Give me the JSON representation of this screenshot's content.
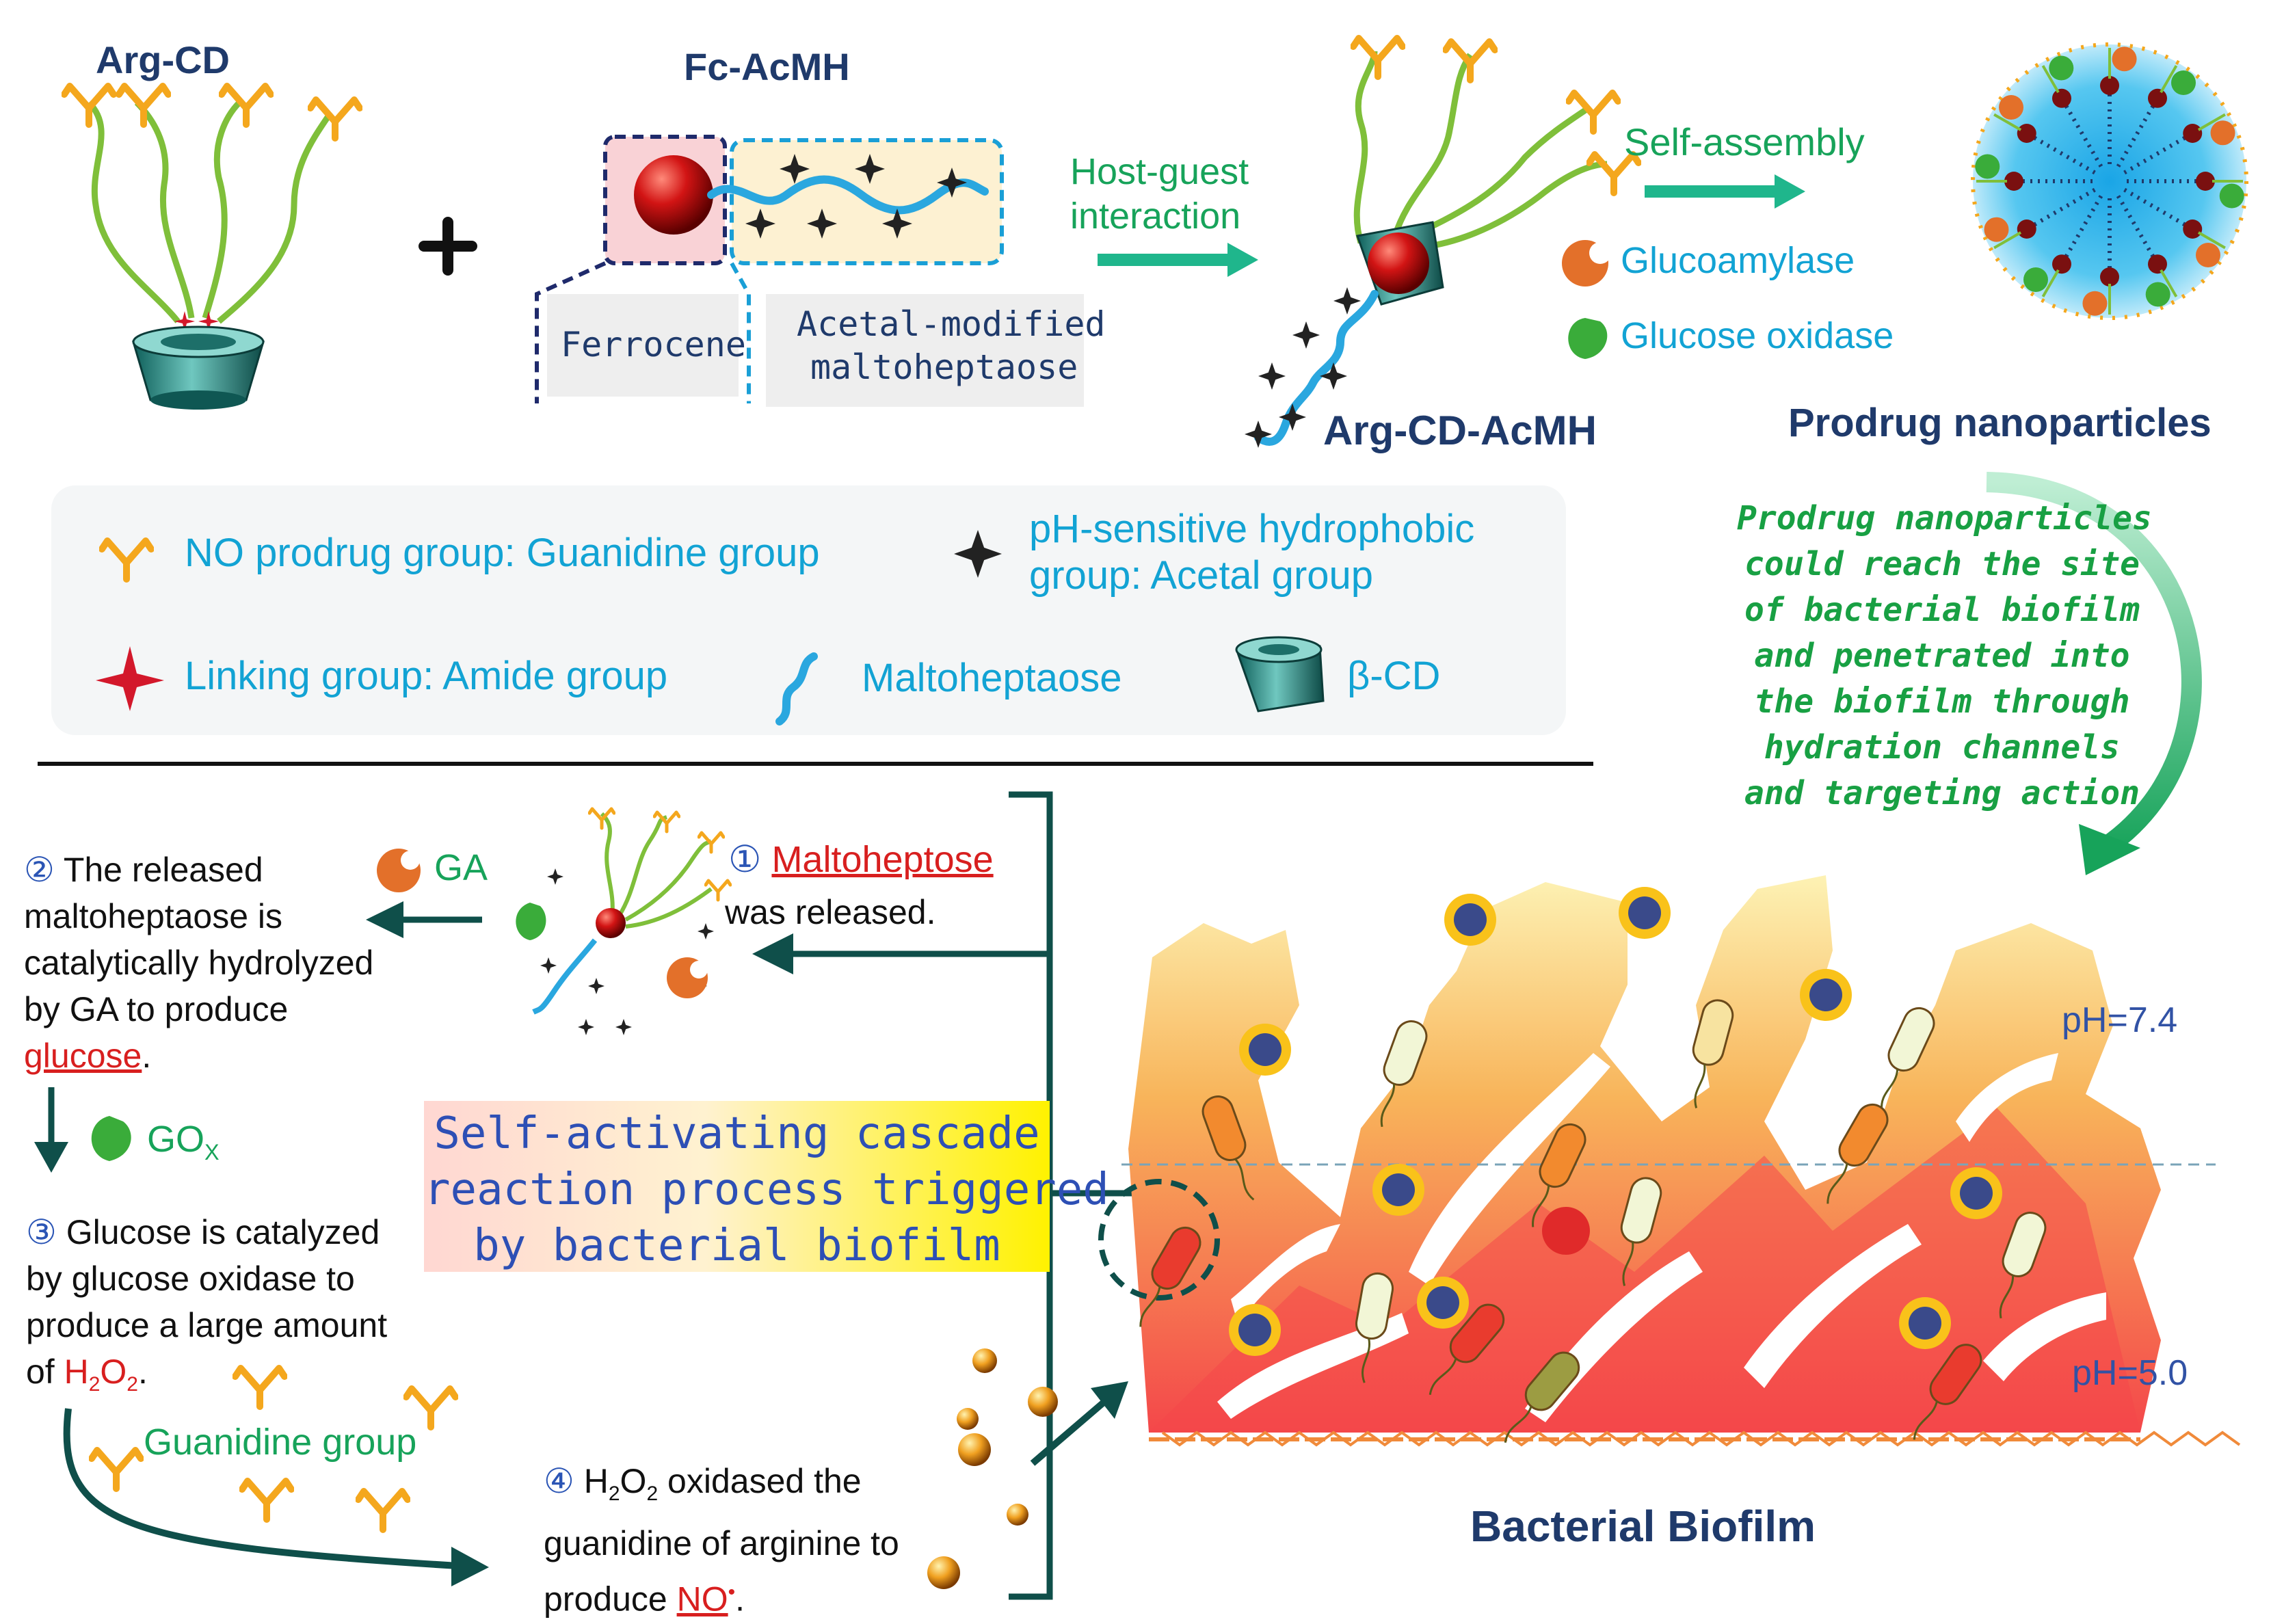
{
  "colors": {
    "navy_text": "#1f3a6b",
    "cyan_text": "#12a3d4",
    "green_text": "#17a35a",
    "red_text": "#d81f1f",
    "teal_arrow": "#1fb68c",
    "dark_teal": "#0f4f4a",
    "linker_cyan": "#1a9fd6",
    "maltoheptaose_blue": "#2aa7df",
    "pro_arg_green": "#7fbf3a",
    "guanidine_orange": "#f4a71d",
    "legend_bg": "#f4f6f7",
    "biofilm_top": "#fde9a2",
    "biofilm_bottom": "#f5504b",
    "nanoparticle_halo": "#3fc1ee",
    "banner_yellow": "#fff200"
  },
  "top": {
    "arg_cd_label": "Arg-CD",
    "fc_acmh_label": "Fc-AcMH",
    "plus_sign": "+",
    "ferrocene_label": "Ferrocene",
    "acetal_label_line1": "Acetal-modified",
    "acetal_label_line2": "maltoheptaose",
    "host_guest_line1": "Host-guest",
    "host_guest_line2": "interaction",
    "arg_cd_acmh_label": "Arg-CD-AcMH",
    "self_assembly": "Self-assembly",
    "glucoamylase": "Glucoamylase",
    "glucose_oxidase": "Glucose oxidase",
    "prodrug_nanoparticles": "Prodrug nanoparticles"
  },
  "legend": {
    "no_prodrug": "NO prodrug group: Guanidine group",
    "ph_sensitive_line1": "pH-sensitive hydrophobic",
    "ph_sensitive_line2": "group: Acetal group",
    "linking_group": "Linking group: Amide group",
    "maltoheptaose": "Maltoheptaose",
    "beta_cd": "β-CD"
  },
  "side_note": {
    "lines": [
      "Prodrug nanoparticles",
      "could reach the site",
      "of bacterial biofilm",
      "and penetrated into",
      "the biofilm through",
      "hydration channels",
      "and targeting action"
    ]
  },
  "steps": {
    "step1_num": "①",
    "step1_keyword": "Maltoheptose",
    "step1_rest": "was released.",
    "step2_num": "②",
    "step2_line1": "The released",
    "step2_line2": "maltoheptaose is",
    "step2_line3": "catalytically hydrolyzed",
    "step2_line4": "by GA to produce",
    "step2_keyword": "glucose",
    "step2_period": ".",
    "ga_label": "GA",
    "gox_label_main": "GO",
    "gox_label_sub": "X",
    "step3_num": "③",
    "step3_line1": "Glucose is catalyzed",
    "step3_line2": "by glucose oxidase to",
    "step3_line3": "produce a large amount",
    "step3_line4_prefix": "of ",
    "step3_h": "H",
    "step3_sub1": "2",
    "step3_o": "O",
    "step3_sub2": "2",
    "step3_period": ".",
    "guanidine_group": "Guanidine group",
    "step4_num": "④",
    "step4_h": "H",
    "step4_sub1": "2",
    "step4_o": "O",
    "step4_sub2": "2",
    "step4_line1_rest": "oxidased the",
    "step4_line2": "guanidine of arginine to",
    "step4_line3_prefix": "produce ",
    "step4_keyword": "NO",
    "step4_dot": "•",
    "step4_period": "."
  },
  "banner": {
    "line1": "Self-activating cascade",
    "line2": "reaction process triggered",
    "line3": "by bacterial biofilm"
  },
  "biofilm": {
    "ph_top": "pH=7.4",
    "ph_bottom": "pH=5.0",
    "title": "Bacterial Biofilm"
  }
}
